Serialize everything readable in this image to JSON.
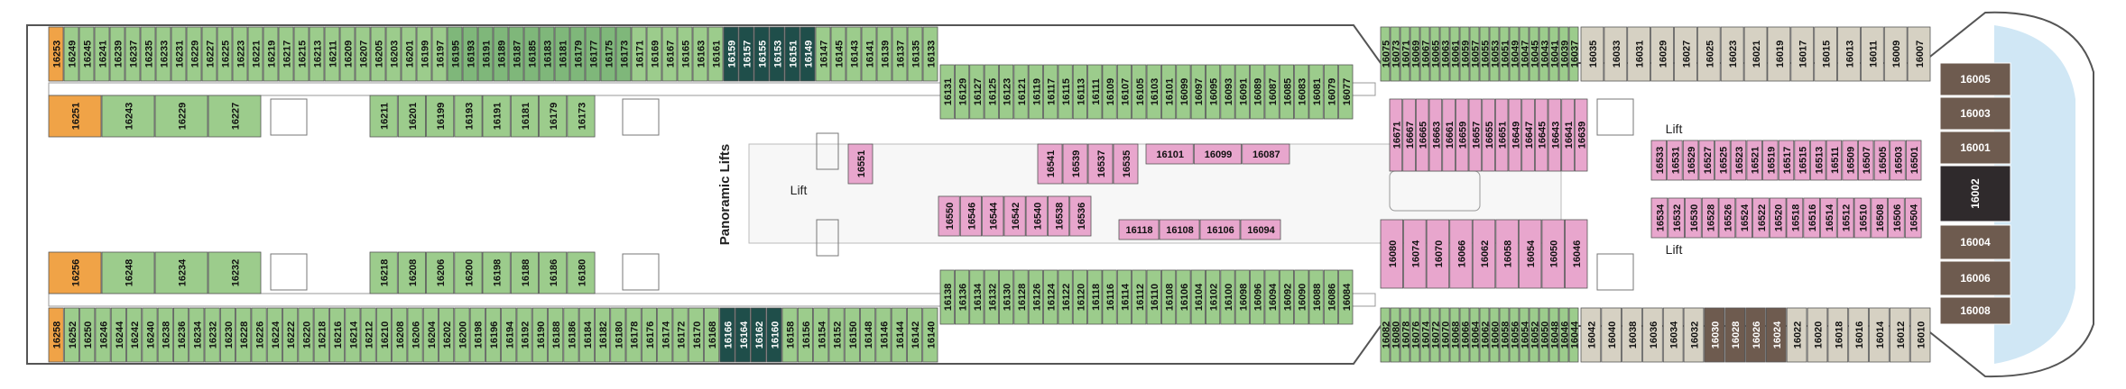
{
  "labels": {
    "panoramic_lifts": "Panoramic Lifts",
    "lift": "Lift"
  },
  "colors": {
    "green": "#9ccc8c",
    "dark_teal": "#1f4e4a",
    "gray": "#b9b9b9",
    "orange": "#f0a347",
    "beige": "#d6d1c3",
    "pink": "#e8a6cd",
    "brown": "#6e5b4f",
    "navy": "#2f2a2c",
    "sky_blue": "#a9d3ec",
    "wall": "#555555",
    "corridor": "#ffffff"
  },
  "cabins": {
    "top_outer_a": [
      "16253",
      "16249",
      "16245",
      "16241",
      "16239",
      "16237",
      "16235",
      "16233",
      "16231",
      "16229",
      "16227",
      "16225",
      "16223",
      "16221",
      "16219",
      "16217",
      "16215",
      "16213",
      "16211",
      "16209",
      "16207",
      "16205",
      "16203",
      "16201",
      "16199",
      "16197",
      "16195",
      "16193",
      "16191",
      "16189",
      "16187",
      "16185",
      "16183",
      "16181",
      "16179",
      "16177",
      "16175",
      "16173",
      "16171",
      "16169",
      "16167",
      "16165",
      "16163",
      "16161",
      "16159",
      "16157",
      "16155",
      "16153",
      "16151",
      "16149",
      "16147",
      "16145",
      "16143",
      "16141",
      "16139",
      "16137",
      "16135",
      "16133"
    ],
    "top_outer_b": [
      "16131",
      "16129",
      "16127",
      "16125",
      "16123",
      "16121",
      "16119",
      "16117",
      "16115",
      "16113",
      "16111",
      "16109",
      "16107",
      "16105",
      "16103",
      "16101",
      "16099",
      "16097",
      "16095",
      "16093",
      "16091",
      "16089",
      "16087",
      "16085",
      "16083",
      "16081",
      "16079",
      "16077"
    ],
    "top_outer_c": [
      "16075",
      "16073",
      "16071",
      "16069",
      "16067",
      "16065",
      "16063",
      "16061",
      "16059",
      "16057",
      "16055",
      "16053",
      "16051",
      "16049",
      "16047",
      "16045",
      "16043",
      "16041",
      "16039",
      "16037"
    ],
    "top_outer_d": [
      "16035",
      "16033",
      "16031",
      "16029",
      "16027",
      "16025",
      "16023",
      "16021",
      "16019",
      "16017",
      "16015",
      "16013",
      "16011",
      "16009",
      "16007"
    ],
    "top_inner_a": [
      "16251",
      "16243",
      "16229",
      "16227"
    ],
    "top_inner_b": [
      "16211",
      "16201",
      "16199",
      "16193",
      "16191",
      "16181",
      "16179",
      "16173"
    ],
    "mid_upper_a": [
      "16551"
    ],
    "mid_upper_b": [
      "16541",
      "16539",
      "16537",
      "16535"
    ],
    "mid_upper_c": [
      "16101",
      "16099",
      "16087"
    ],
    "mid_upper_d": [
      "16671",
      "16667",
      "16665",
      "16663",
      "16661",
      "16659",
      "16657",
      "16655",
      "16651",
      "16649",
      "16647",
      "16645",
      "16643",
      "16641",
      "16639"
    ],
    "mid_upper_e": [
      "16533",
      "16531",
      "16529",
      "16527",
      "16525",
      "16523",
      "16521",
      "16519",
      "16517",
      "16515",
      "16513",
      "16511",
      "16509",
      "16507",
      "16505",
      "16503",
      "16501"
    ],
    "mid_lower_a": [
      "16550",
      "16546",
      "16544",
      "16542",
      "16540",
      "16538",
      "16536"
    ],
    "mid_lower_b": [
      "16118",
      "16108",
      "16106",
      "16094"
    ],
    "mid_lower_c": [
      "16080",
      "16074",
      "16070",
      "16066",
      "16062",
      "16058",
      "16054",
      "16050",
      "16046"
    ],
    "mid_lower_d": [
      "16534",
      "16532",
      "16530",
      "16528",
      "16526",
      "16524",
      "16522",
      "16520",
      "16518",
      "16516",
      "16514",
      "16512",
      "16510",
      "16508",
      "16506",
      "16504"
    ],
    "bot_inner_a": [
      "16256",
      "16248",
      "16234",
      "16232"
    ],
    "bot_inner_b": [
      "16218",
      "16208",
      "16206",
      "16200",
      "16198",
      "16188",
      "16186",
      "16180"
    ],
    "bot_outer_a": [
      "16258",
      "16252",
      "16250",
      "16246",
      "16244",
      "16242",
      "16240",
      "16238",
      "16236",
      "16234",
      "16232",
      "16230",
      "16228",
      "16226",
      "16224",
      "16222",
      "16220",
      "16218",
      "16216",
      "16214",
      "16212",
      "16210",
      "16208",
      "16206",
      "16204",
      "16202",
      "16200",
      "16198",
      "16196",
      "16194",
      "16192",
      "16190",
      "16188",
      "16186",
      "16184",
      "16182",
      "16180",
      "16178",
      "16176",
      "16174",
      "16172",
      "16170",
      "16168",
      "16166",
      "16164",
      "16162",
      "16160",
      "16158",
      "16156",
      "16154",
      "16152",
      "16150",
      "16148",
      "16146",
      "16144",
      "16142",
      "16140"
    ],
    "bot_outer_b": [
      "16138",
      "16136",
      "16134",
      "16132",
      "16130",
      "16128",
      "16126",
      "16124",
      "16122",
      "16120",
      "16118",
      "16116",
      "16114",
      "16112",
      "16110",
      "16108",
      "16106",
      "16104",
      "16102",
      "16100",
      "16098",
      "16096",
      "16094",
      "16092",
      "16090",
      "16088",
      "16086",
      "16084"
    ],
    "bot_outer_c": [
      "16082",
      "16080",
      "16078",
      "16076",
      "16074",
      "16072",
      "16070",
      "16068",
      "16066",
      "16064",
      "16062",
      "16060",
      "16058",
      "16056",
      "16054",
      "16052",
      "16050",
      "16048",
      "16046",
      "16044"
    ],
    "bot_outer_d": [
      "16042",
      "16040",
      "16038",
      "16036",
      "16034",
      "16032",
      "16030",
      "16028",
      "16026",
      "16024",
      "16022",
      "16020",
      "16018",
      "16016",
      "16014",
      "16012",
      "16010"
    ],
    "bow": [
      "16005",
      "16003",
      "16001",
      "16002",
      "16004",
      "16006",
      "16008"
    ]
  }
}
